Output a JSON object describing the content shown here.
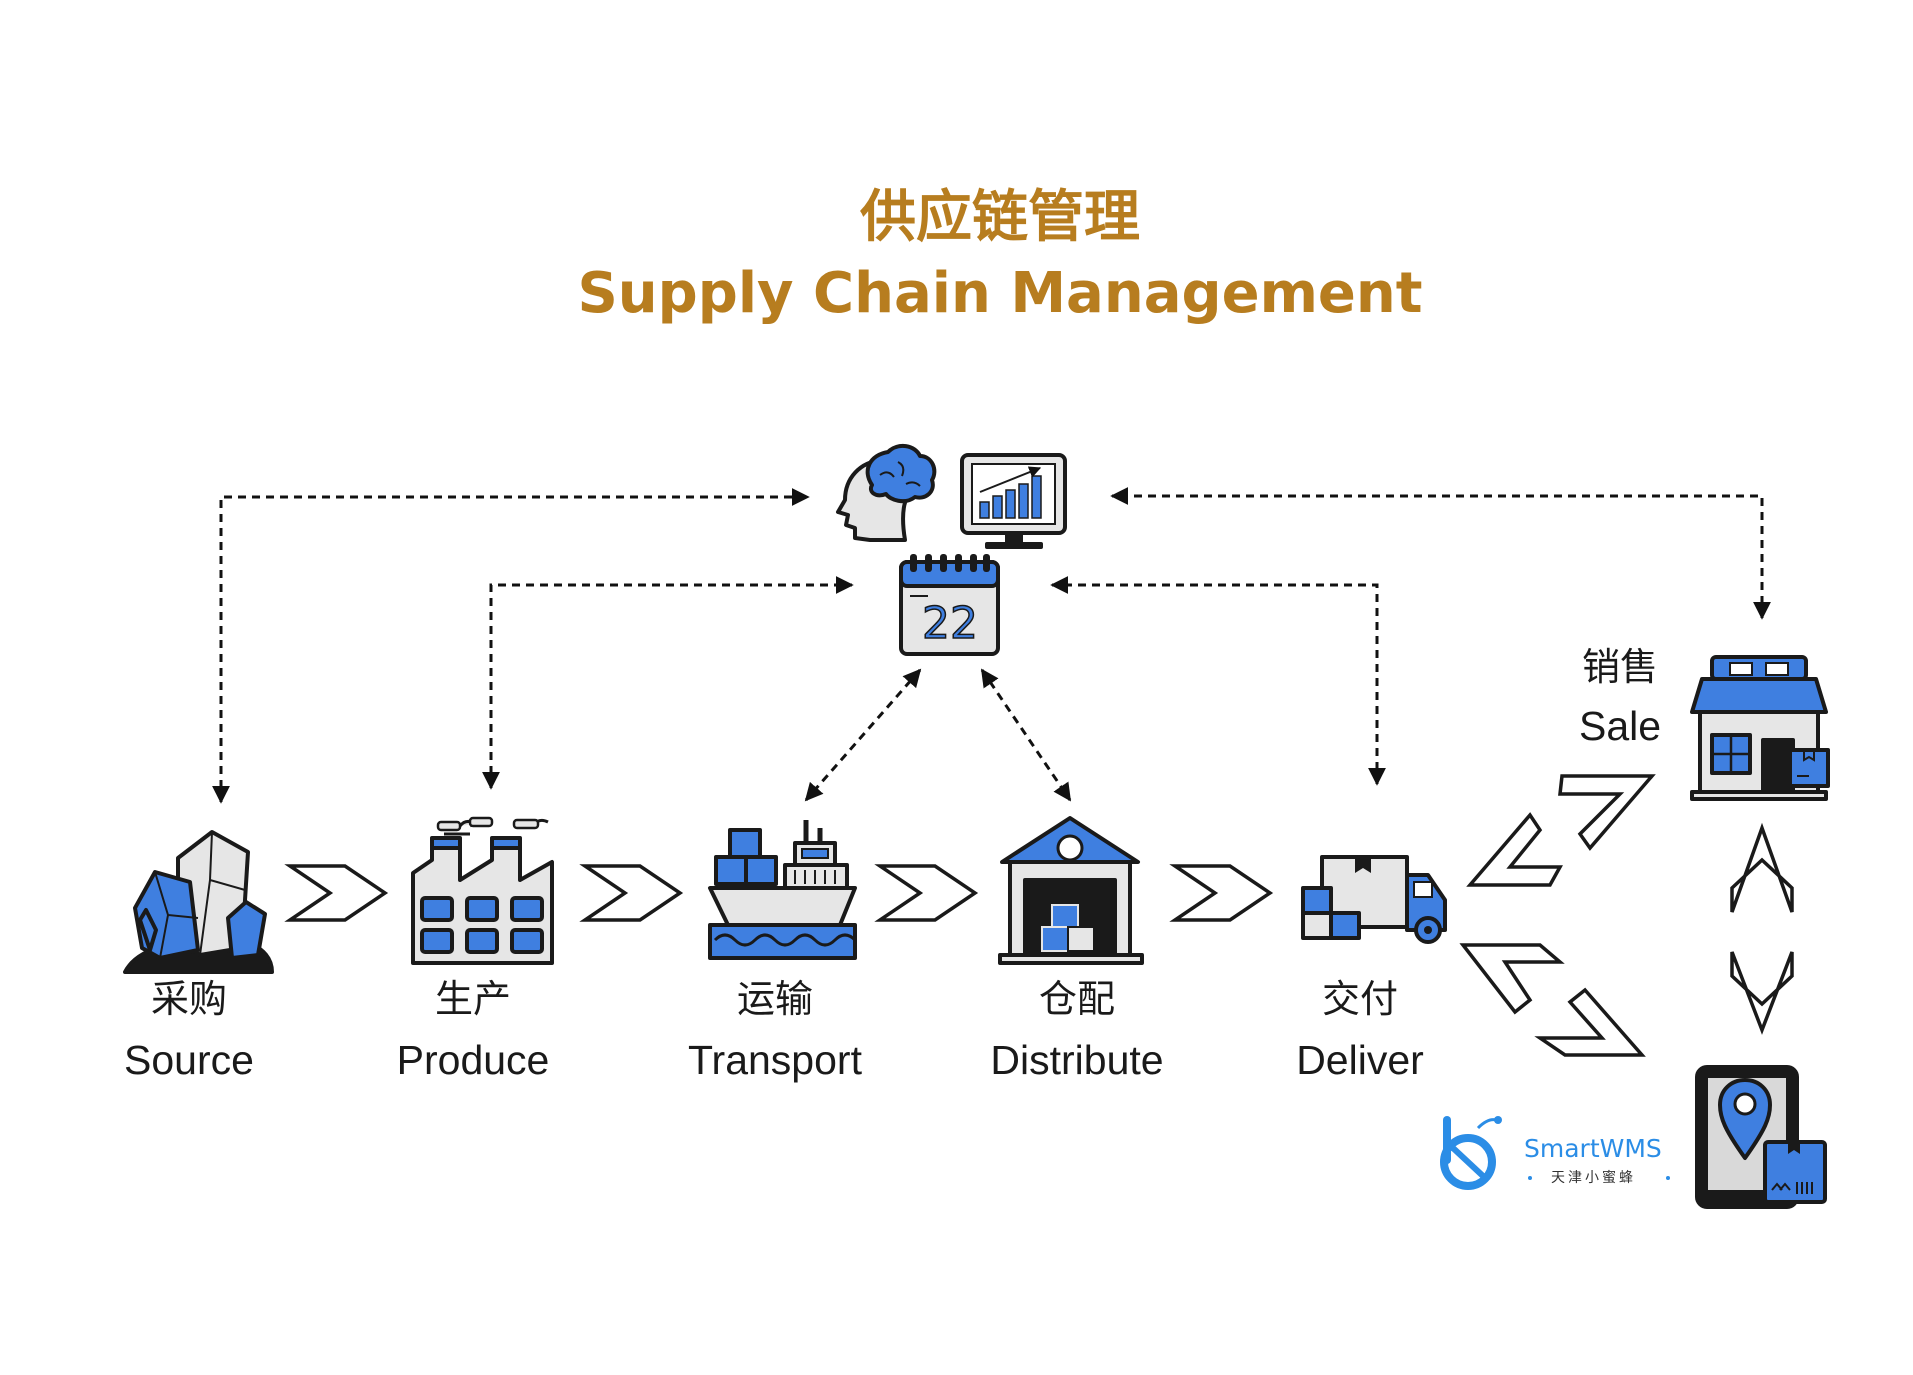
{
  "title": {
    "zh": "供应链管理",
    "en": "Supply Chain Management"
  },
  "stages": [
    {
      "zh": "采购",
      "en": "Source",
      "icon": "crystal-ore-icon"
    },
    {
      "zh": "生产",
      "en": "Produce",
      "icon": "factory-icon"
    },
    {
      "zh": "运输",
      "en": "Transport",
      "icon": "cargo-ship-icon"
    },
    {
      "zh": "仓配",
      "en": "Distribute",
      "icon": "warehouse-icon"
    },
    {
      "zh": "交付",
      "en": "Deliver",
      "icon": "delivery-truck-icon"
    },
    {
      "zh": "销售",
      "en": "Sale",
      "icon": "store-icon"
    }
  ],
  "hub": {
    "icons": [
      "brain-head-icon",
      "analytics-monitor-icon",
      "calendar-icon"
    ],
    "calendar_number": "22"
  },
  "extra_icons": [
    "mobile-location-icon"
  ],
  "logo": {
    "name": "SmartWMS",
    "subtitle": "天津小蜜蜂"
  },
  "colors": {
    "title": "#b77d1f",
    "accent_blue": "#3f7fe0",
    "outline": "#1a1a1a",
    "gray": "#d9d9d9",
    "logo_blue": "#2b8de6"
  }
}
